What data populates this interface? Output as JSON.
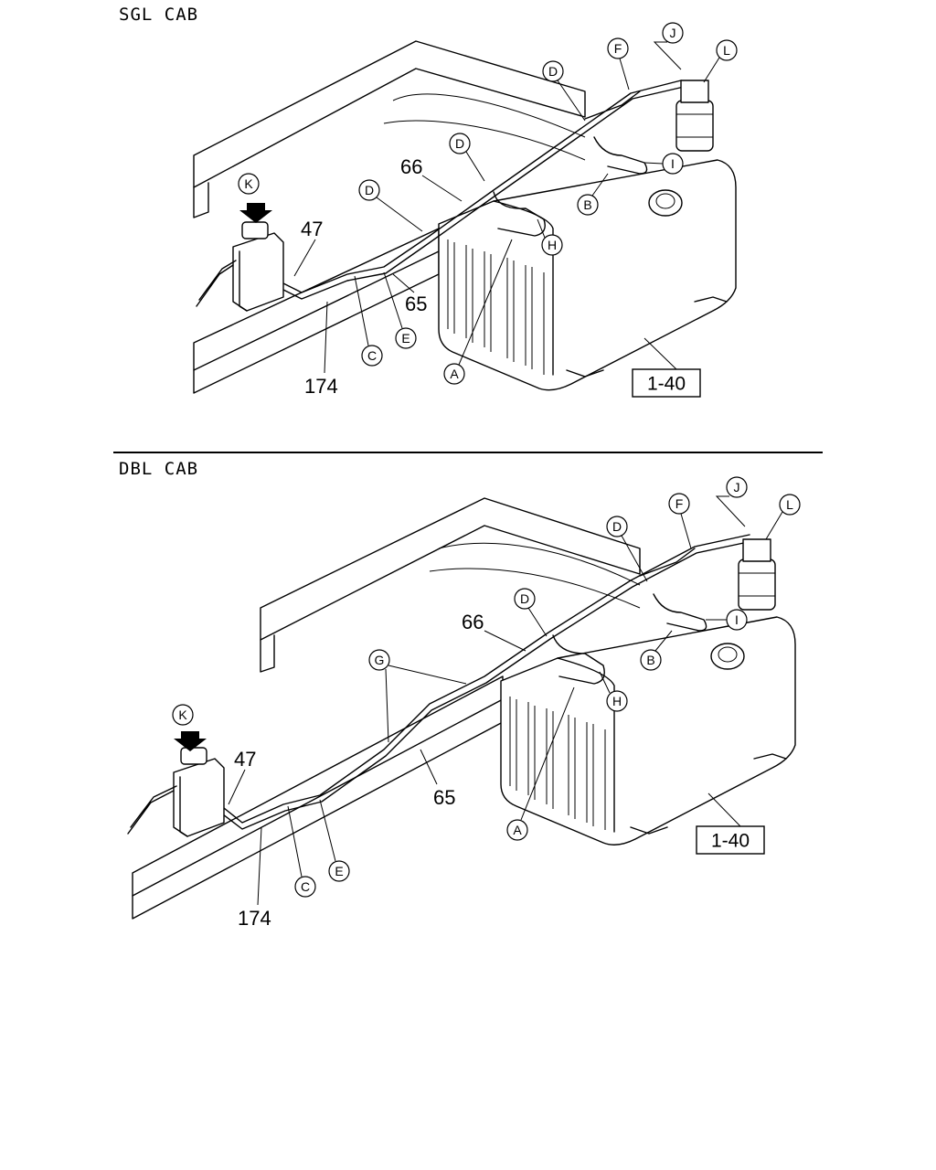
{
  "panels": [
    {
      "title": "SGL CAB",
      "callouts": {
        "n47": "47",
        "n66": "66",
        "n65": "65",
        "n174": "174"
      },
      "letters": {
        "A": "A",
        "B": "B",
        "C": "C",
        "D": "D",
        "E": "E",
        "F": "F",
        "H": "H",
        "I": "I",
        "J": "J",
        "K": "K",
        "L": "L"
      },
      "ref_box": "1-40"
    },
    {
      "title": "DBL CAB",
      "callouts": {
        "n47": "47",
        "n66": "66",
        "n65": "65",
        "n174": "174"
      },
      "letters": {
        "A": "A",
        "B": "B",
        "C": "C",
        "D": "D",
        "E": "E",
        "F": "F",
        "G": "G",
        "H": "H",
        "I": "I",
        "J": "J",
        "K": "K",
        "L": "L"
      },
      "ref_box": "1-40"
    }
  ]
}
